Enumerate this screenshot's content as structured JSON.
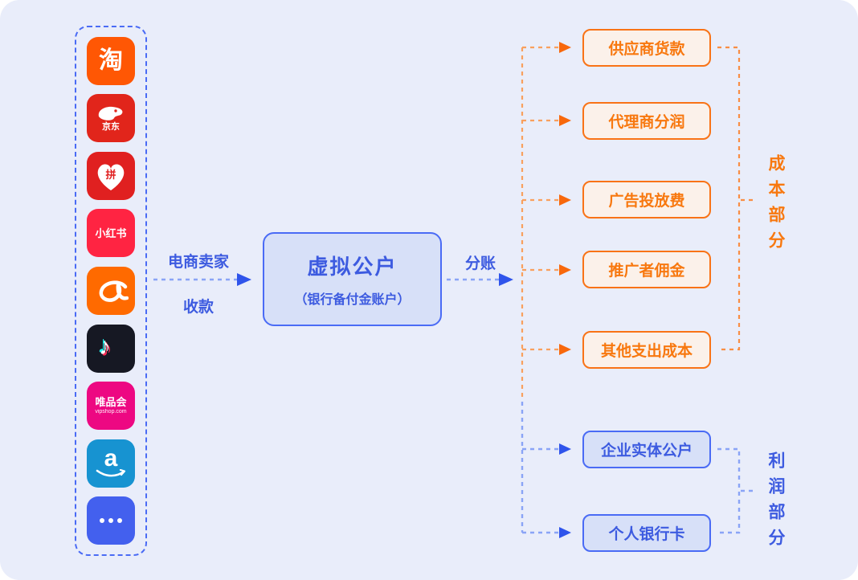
{
  "colors": {
    "background": "#e9edfa",
    "blue-accent": "#2f54eb",
    "blue-dash": "#8aa4f6",
    "blue-border": "#4a6bf5",
    "blue-fill": "#d7e0f8",
    "blue-text": "#3d5be0",
    "orange-accent": "#f8680c",
    "orange-dash": "#f9a05e",
    "orange-border": "#f97316",
    "orange-fill": "#fbf1ea",
    "orange-text": "#f8780f"
  },
  "sources": {
    "items": [
      {
        "name": "taobao",
        "label": "淘",
        "bg": "#ff5704"
      },
      {
        "name": "jd",
        "label": "京东",
        "bg": "#e1251b"
      },
      {
        "name": "pinduoduo",
        "label": "拼",
        "bg": "#e02020"
      },
      {
        "name": "xiaohongshu",
        "label": "小红书",
        "bg": "#ff2442"
      },
      {
        "name": "alibaba",
        "label": "",
        "bg": "#ff6a00"
      },
      {
        "name": "douyin",
        "label": "",
        "bg": "#161823"
      },
      {
        "name": "vipshop",
        "label": "唯品会",
        "sub": "vipshop.com",
        "bg": "#ed0882"
      },
      {
        "name": "amazon",
        "label": "a",
        "bg": "#1793d1"
      },
      {
        "name": "more",
        "label": "",
        "bg": "#4360ee"
      }
    ]
  },
  "flow": {
    "collect_label_line1": "电商卖家",
    "collect_label_line2": "收款",
    "center_title": "虚拟公户",
    "center_subtitle": "（银行备付金账户）",
    "split_label": "分账"
  },
  "cost": {
    "group_label": "成本部分",
    "items": [
      "供应商货款",
      "代理商分润",
      "广告投放费",
      "推广者佣金",
      "其他支出成本"
    ]
  },
  "profit": {
    "group_label": "利润部分",
    "items": [
      "企业实体公户",
      "个人银行卡"
    ]
  }
}
